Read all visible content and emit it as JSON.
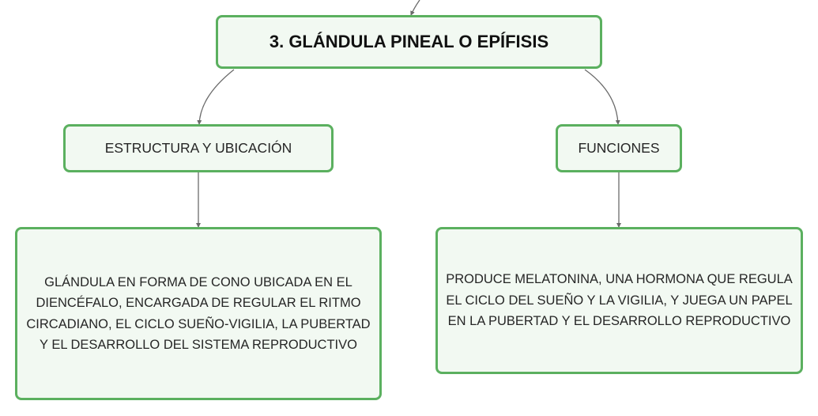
{
  "mindmap": {
    "root": {
      "label": "3. GLÁNDULA PINEAL O EPÍFISIS"
    },
    "branches": [
      {
        "label": "ESTRUCTURA Y UBICACIÓN",
        "detail": "GLÁNDULA EN FORMA DE CONO UBICADA EN EL DIENCÉFALO, ENCARGADA DE REGULAR EL RITMO CIRCADIANO, EL CICLO SUEÑO-VIGILIA, LA PUBERTAD Y EL DESARROLLO DEL SISTEMA REPRODUCTIVO"
      },
      {
        "label": "FUNCIONES",
        "detail": "PRODUCE MELATONINA, UNA HORMONA QUE REGULA EL CICLO DEL SUEÑO Y LA VIGILIA, Y JUEGA UN PAPEL EN LA PUBERTAD Y EL DESARROLLO REPRODUCTIVO"
      }
    ]
  },
  "colors": {
    "node_border": "#5bb05f",
    "node_fill": "#f2f9f2",
    "connector": "#6b6b6b"
  }
}
